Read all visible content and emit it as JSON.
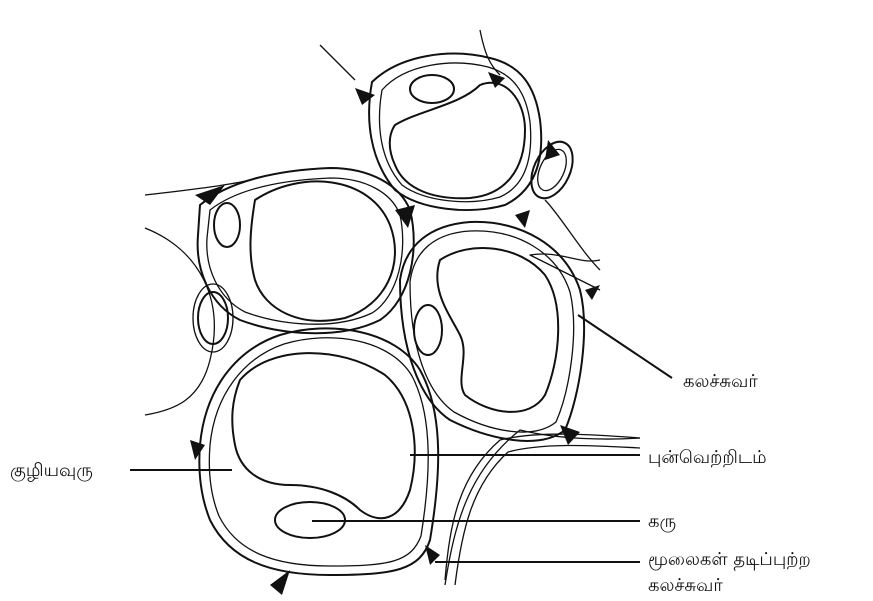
{
  "labels": {
    "cell_wall": "கலச்சுவர்",
    "vacuole": "புன்வெற்றிடம்",
    "cytoplasm": "குழியவுரு",
    "nucleus": "கரு",
    "thickened_corners_line1": "மூலைகள் தடிப்புற்ற",
    "thickened_corners_line2": "கலச்சுவர்"
  },
  "colors": {
    "ink": "#111111",
    "background": "#ffffff"
  }
}
